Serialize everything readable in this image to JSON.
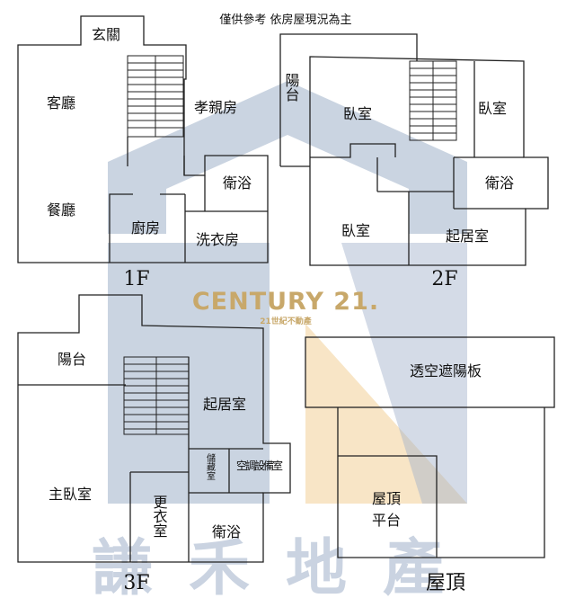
{
  "header": {
    "note": "僅供參考 依房屋現況為主"
  },
  "watermark": {
    "brand": "CENTURY 21.",
    "tagline": "21世紀不動產",
    "agency": "謙禾地產",
    "brand_color": "#c8a86a",
    "shape_color": "#9fb0c9"
  },
  "floors": {
    "f1": {
      "label": "1F",
      "rooms": {
        "entry": "玄關",
        "living": "客廳",
        "dining": "餐廳",
        "parents": "孝親房",
        "bath": "衛浴",
        "kitchen": "廚房",
        "laundry": "洗衣房"
      }
    },
    "f2": {
      "label": "2F",
      "rooms": {
        "balcony": "陽台",
        "bedroom_a": "臥室",
        "bedroom_b": "臥室",
        "bath": "衛浴",
        "bedroom_c": "臥室",
        "family": "起居室"
      }
    },
    "f3": {
      "label": "3F",
      "rooms": {
        "balcony": "陽台",
        "family": "起居室",
        "storage": "儲藏室",
        "ac_room": "空調設備室",
        "master": "主臥室",
        "closet": "更衣室",
        "bath": "衛浴"
      }
    },
    "roof": {
      "label": "屋頂",
      "rooms": {
        "sunshade": "透空遮陽板",
        "terrace": "屋頂平台"
      }
    }
  }
}
